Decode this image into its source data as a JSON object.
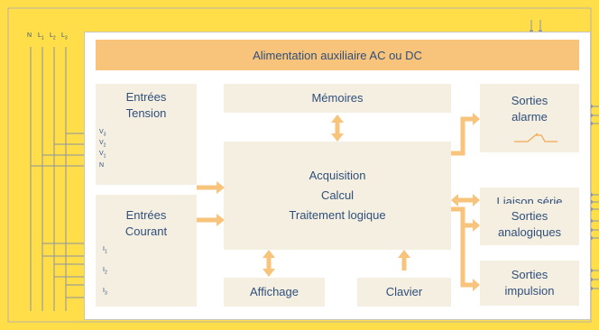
{
  "aux_supply": "Alimentation auxiliaire AC ou DC",
  "inputs": {
    "tension": {
      "line1": "Entrées",
      "line2": "Tension"
    },
    "courant": {
      "line1": "Entrées",
      "line2": "Courant"
    }
  },
  "center": {
    "memoires": "Mémoires",
    "line1": "Acquisition",
    "line2": "Calcul",
    "line3": "Traitement logique",
    "affichage": "Affichage",
    "clavier": "Clavier"
  },
  "outputs": {
    "alarme": {
      "line1": "Sorties",
      "line2": "alarme"
    },
    "liaison": "Liaison série",
    "analogiques": {
      "line1": "Sorties",
      "line2": "analogiques"
    },
    "impulsion": {
      "line1": "Sorties",
      "line2": "impulsion"
    }
  },
  "phase_lines": {
    "n": "N",
    "l1": "L",
    "l1_sub": "1",
    "l2": "L",
    "l2_sub": "2",
    "l3": "L",
    "l3_sub": "3"
  },
  "voltage_terms": {
    "v3": "V",
    "v3_sub": "3",
    "v2": "V",
    "v2_sub": "2",
    "v1": "V",
    "v1_sub": "1",
    "n": "N"
  },
  "current_terms": {
    "i1": "I",
    "i1_sub": "1",
    "i2": "I",
    "i2_sub": "2",
    "i3": "I",
    "i3_sub": "3"
  },
  "colors": {
    "background": "#ffde4a",
    "box": "#f5efe2",
    "accent": "#f8c37b",
    "text": "#2f4f7a",
    "wire": "#8a93a8"
  }
}
